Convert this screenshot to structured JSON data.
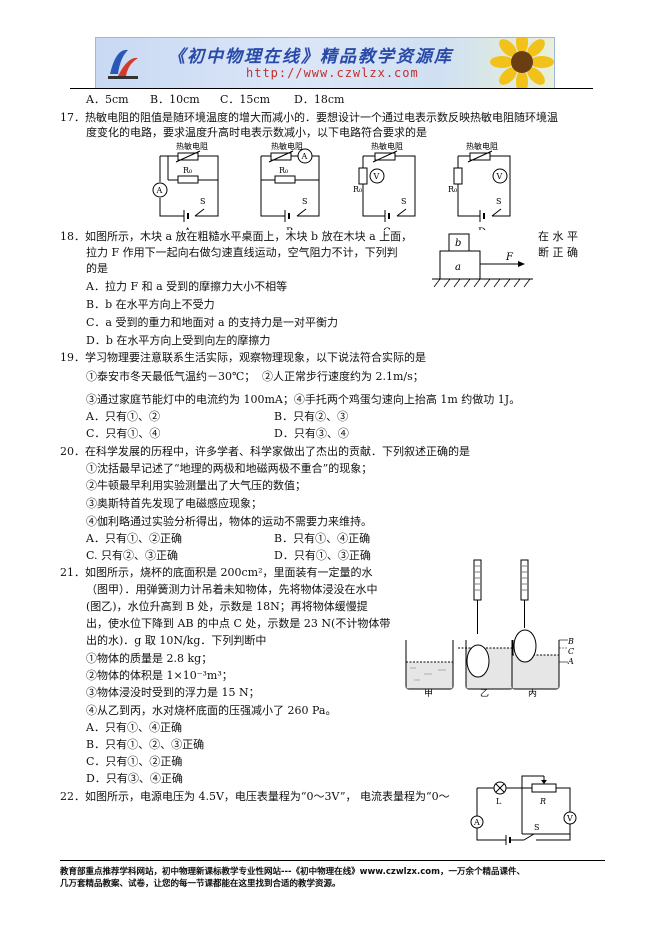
{
  "header": {
    "banner_title": "《初中物理在线》精品教学资源库",
    "banner_url": "http://www.czwlzx.com"
  },
  "q16_options": {
    "a": "A．5cm",
    "b": "B．10cm",
    "c": "C．15cm",
    "d": "D．18cm"
  },
  "q17": {
    "line1": "17．热敏电阻的阻值是随环境温度的增大而减小的．要想设计一个通过电表示数反映热敏电阻随环境温",
    "line2": "度变化的电路，要求温度升高时电表示数减小，以下电路符合要求的是",
    "circuits": [
      {
        "label": "热敏电阻",
        "letter": "A",
        "meter": "A",
        "meter_pos": "left",
        "r0": "R₀",
        "s": "S"
      },
      {
        "label": "热敏电阻",
        "letter": "B",
        "meter": "A",
        "meter_pos": "top",
        "r0": "R₀",
        "s": "S"
      },
      {
        "label": "热敏电阻",
        "letter": "C",
        "meter": "V",
        "meter_pos": "left",
        "r0": "R₀",
        "s": "S"
      },
      {
        "label": "热敏电阻",
        "letter": "D",
        "meter": "V",
        "meter_pos": "top",
        "r0": "R₀",
        "s": "S"
      }
    ]
  },
  "q18": {
    "line1": "18．如图所示，木块 a 放在粗糙水平桌面上，木块 b 放在木块 a 上面，",
    "line1_right": "在 水 平",
    "line2": "拉力 F 作用下一起向右做匀速直线运动，空气阻力不计，下列判",
    "line2_right": "断 正 确",
    "line3": "的是",
    "options": [
      "A．拉力 F 和 a 受到的摩擦力大小不相等",
      "B．b 在水平方向上不受力",
      "C．a 受到的重力和地面对 a 的支持力是一对平衡力",
      "D．b 在水平方向上受到向左的摩擦力"
    ],
    "fig": {
      "a": "a",
      "b": "b",
      "f": "F"
    }
  },
  "q19": {
    "line1": "19．学习物理要注意联系生活实际，观察物理现象，以下说法符合实际的是",
    "s1": "①泰安市冬天最低气温约－30℃；",
    "s2": "②人正常步行速度约为 2.1m/s；",
    "s3": "③通过家庭节能灯中的电流约为 100mA；④手托两个鸡蛋匀速向上抬高 1m 约做功 1J。",
    "options": [
      "A．只有①、②",
      "B．只有②、③",
      "C．只有①、④",
      "D．只有③、④"
    ]
  },
  "q20": {
    "line1": "20．在科学发展的历程中，许多学者、科学家做出了杰出的贡献．下列叙述正确的是",
    "s1": "①沈括最早记述了“地理的两极和地磁两极不重合”的现象；",
    "s2": "②牛顿最早利用实验测量出了大气压的数值；",
    "s3": "③奥斯特首先发现了电磁感应现象；",
    "s4": "④伽利略通过实验分析得出，物体的运动不需要力来维持。",
    "options": [
      "A．只有①、②正确",
      "B．只有①、④正确",
      "C. 只有②、③正确",
      "D．只有①、③正确"
    ]
  },
  "q21": {
    "line1": "21．如图所示，烧杯的底面积是 200cm²，里面装有一定量的水",
    "line2": "（图甲）．用弹簧测力计吊着未知物体，先将物体浸没在水中",
    "line3": "(图乙)，水位升高到 B 处，示数是 18N；再将物体缓慢提",
    "line4": "出，使水位下降到 AB 的中点 C 处，示数是 23 N(不计物体带",
    "line5": "出的水)．g 取 10N/kg．下列判断中",
    "s1": "①物体的质量是 2.8 kg；",
    "s2": "②物体的体积是 1×10⁻³m³；",
    "s3": "③物体浸没时受到的浮力是 15 N；",
    "s4": "④从乙到丙，水对烧杯底面的压强减小了 260 Pa。",
    "options": [
      "A．只有①、④正确",
      "B．只有①、②、③正确",
      "C．只有①、②正确",
      "D．只有③、④正确"
    ],
    "fig": {
      "jia": "甲",
      "yi": "乙",
      "bing": "丙",
      "b": "B",
      "c": "C",
      "a": "A"
    }
  },
  "q22": {
    "line1": "22．如图所示，电源电压为 4.5V，电压表量程为“0～3V”，  电流表量程为“0～",
    "fig": {
      "l": "L",
      "r": "R",
      "s": "S",
      "a": "A",
      "v": "V"
    }
  },
  "footer": {
    "line1": "教育部重点推荐学科网站，初中物理新课标教学专业性网站---《初中物理在线》www.czwlzx.com，一万余个精品课件、",
    "line2": "几万套精品教案、试卷，让您的每一节课都能在这里找到合适的教学资源。"
  }
}
